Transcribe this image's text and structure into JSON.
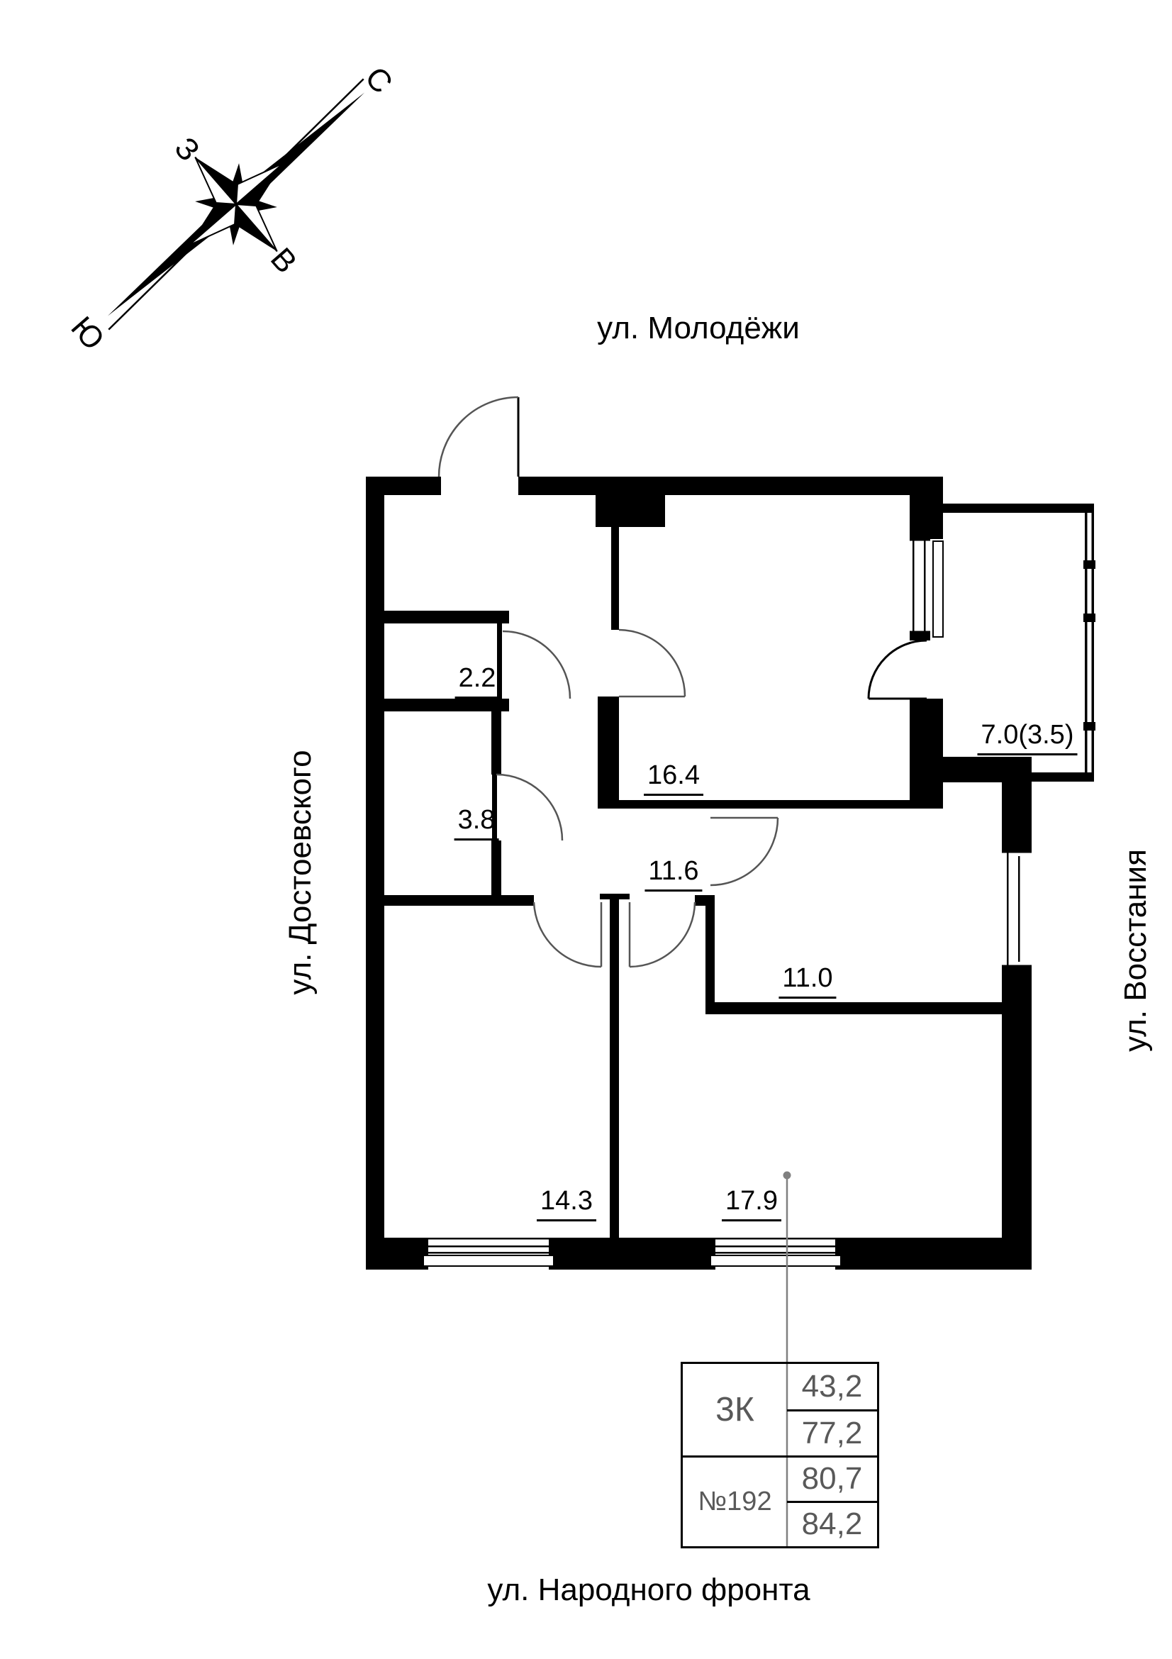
{
  "compass": {
    "north_label": "С",
    "west_label": "З",
    "east_label": "В",
    "south_label": "Ю"
  },
  "streets": {
    "top": "ул. Молодёжи",
    "left": "ул. Достоевского",
    "right": "ул. Восстания",
    "bottom": "ул. Народного фронта"
  },
  "rooms": {
    "closet": "2.2",
    "bathroom": "3.8",
    "living": "16.4",
    "corridor": "11.6",
    "bedroom": "11.0",
    "room_14": "14.3",
    "room_17": "17.9",
    "balcony": "7.0(3.5)"
  },
  "info_table": {
    "apartment_type": "3К",
    "apartment_number": "№192",
    "living_area": "43,2",
    "area_without_balcony": "77,2",
    "area_reduced_balcony": "80,7",
    "total_area": "84,2"
  },
  "colors": {
    "wall": "#000000",
    "door_arc": "#555555",
    "callout": "#808080",
    "table_text": "#595959"
  }
}
